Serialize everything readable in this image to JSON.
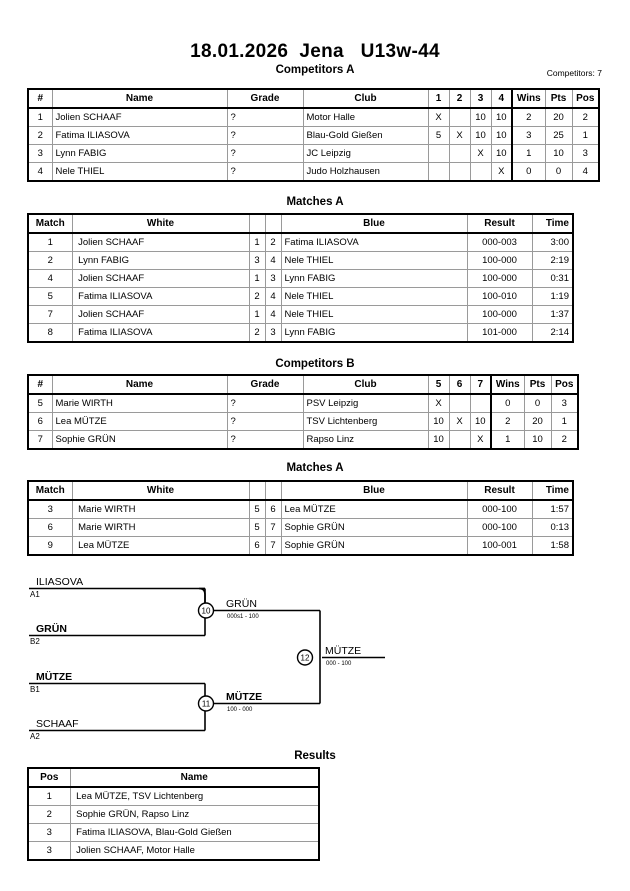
{
  "page": {
    "title": "18.01.2026  Jena   U13w-44",
    "competitors_label": "Competitors: 7"
  },
  "sections": {
    "competitors_a_title": "Competitors A",
    "matches_a_title": "Matches A",
    "competitors_b_title": "Competitors B",
    "matches_b_title": "Matches A",
    "results_title": "Results"
  },
  "competitors_a": {
    "headers": {
      "num": "#",
      "name": "Name",
      "grade": "Grade",
      "club": "Club",
      "o1": "1",
      "o2": "2",
      "o3": "3",
      "o4": "4",
      "wins": "Wins",
      "pts": "Pts",
      "pos": "Pos"
    },
    "rows": [
      {
        "num": "1",
        "name": "Jolien SCHAAF",
        "grade": "?",
        "club": "Motor Halle",
        "cells": [
          "X",
          "",
          "10",
          "10"
        ],
        "wins": "2",
        "pts": "20",
        "pos": "2"
      },
      {
        "num": "2",
        "name": "Fatima ILIASOVA",
        "grade": "?",
        "club": "Blau-Gold Gießen",
        "cells": [
          "5",
          "X",
          "10",
          "10"
        ],
        "wins": "3",
        "pts": "25",
        "pos": "1"
      },
      {
        "num": "3",
        "name": "Lynn FABIG",
        "grade": "?",
        "club": "JC Leipzig",
        "cells": [
          "",
          "",
          "X",
          "10"
        ],
        "wins": "1",
        "pts": "10",
        "pos": "3"
      },
      {
        "num": "4",
        "name": "Nele THIEL",
        "grade": "?",
        "club": "Judo Holzhausen",
        "cells": [
          "",
          "",
          "",
          "X"
        ],
        "wins": "0",
        "pts": "0",
        "pos": "4"
      }
    ]
  },
  "matches_a": {
    "headers": {
      "match": "Match",
      "white": "White",
      "blue": "Blue",
      "result": "Result",
      "time": "Time"
    },
    "rows": [
      {
        "match": "1",
        "white": "Jolien SCHAAF",
        "white_bold": false,
        "wnum": "1",
        "bnum": "2",
        "blue": "Fatima ILIASOVA",
        "blue_bold": true,
        "result": "000-003",
        "time": "3:00"
      },
      {
        "match": "2",
        "white": "Lynn FABIG",
        "white_bold": true,
        "wnum": "3",
        "bnum": "4",
        "blue": "Nele THIEL",
        "blue_bold": false,
        "result": "100-000",
        "time": "2:19"
      },
      {
        "match": "4",
        "white": "Jolien SCHAAF",
        "white_bold": true,
        "wnum": "1",
        "bnum": "3",
        "blue": "Lynn FABIG",
        "blue_bold": false,
        "result": "100-000",
        "time": "0:31"
      },
      {
        "match": "5",
        "white": "Fatima ILIASOVA",
        "white_bold": true,
        "wnum": "2",
        "bnum": "4",
        "blue": "Nele THIEL",
        "blue_bold": false,
        "result": "100-010",
        "time": "1:19"
      },
      {
        "match": "7",
        "white": "Jolien SCHAAF",
        "white_bold": true,
        "wnum": "1",
        "bnum": "4",
        "blue": "Nele THIEL",
        "blue_bold": false,
        "result": "100-000",
        "time": "1:37"
      },
      {
        "match": "8",
        "white": "Fatima ILIASOVA",
        "white_bold": true,
        "wnum": "2",
        "bnum": "3",
        "blue": "Lynn FABIG",
        "blue_bold": false,
        "result": "101-000",
        "time": "2:14"
      }
    ]
  },
  "competitors_b": {
    "headers": {
      "num": "#",
      "name": "Name",
      "grade": "Grade",
      "club": "Club",
      "o1": "5",
      "o2": "6",
      "o3": "7",
      "wins": "Wins",
      "pts": "Pts",
      "pos": "Pos"
    },
    "rows": [
      {
        "num": "5",
        "name": "Marie WIRTH",
        "grade": "?",
        "club": "PSV Leipzig",
        "cells": [
          "X",
          "",
          ""
        ],
        "wins": "0",
        "pts": "0",
        "pos": "3"
      },
      {
        "num": "6",
        "name": "Lea MÜTZE",
        "grade": "?",
        "club": "TSV Lichtenberg",
        "cells": [
          "10",
          "X",
          "10"
        ],
        "wins": "2",
        "pts": "20",
        "pos": "1"
      },
      {
        "num": "7",
        "name": "Sophie GRÜN",
        "grade": "?",
        "club": "Rapso Linz",
        "cells": [
          "10",
          "",
          "X"
        ],
        "wins": "1",
        "pts": "10",
        "pos": "2"
      }
    ]
  },
  "matches_b": {
    "headers": {
      "match": "Match",
      "white": "White",
      "blue": "Blue",
      "result": "Result",
      "time": "Time"
    },
    "rows": [
      {
        "match": "3",
        "white": "Marie WIRTH",
        "white_bold": false,
        "wnum": "5",
        "bnum": "6",
        "blue": "Lea MÜTZE",
        "blue_bold": true,
        "result": "000-100",
        "time": "1:57"
      },
      {
        "match": "6",
        "white": "Marie WIRTH",
        "white_bold": false,
        "wnum": "5",
        "bnum": "7",
        "blue": "Sophie GRÜN",
        "blue_bold": true,
        "result": "000-100",
        "time": "0:13"
      },
      {
        "match": "9",
        "white": "Lea MÜTZE",
        "white_bold": true,
        "wnum": "6",
        "bnum": "7",
        "blue": "Sophie GRÜN",
        "blue_bold": false,
        "result": "100-001",
        "time": "1:58"
      }
    ]
  },
  "bracket": {
    "entries": [
      {
        "name": "ILIASOVA",
        "seed": "A1",
        "bold": false
      },
      {
        "name": "GRÜN",
        "seed": "B2",
        "bold": true
      },
      {
        "name": "MÜTZE",
        "seed": "B1",
        "bold": true
      },
      {
        "name": "SCHAAF",
        "seed": "A2",
        "bold": false
      }
    ],
    "matches": [
      {
        "number": "10",
        "winner": "GRÜN",
        "score": "000s1 - 100",
        "bold": false
      },
      {
        "number": "11",
        "winner": "MÜTZE",
        "score": "100 - 000",
        "bold": true
      },
      {
        "number": "12",
        "winner": "MÜTZE",
        "score": "000 - 100",
        "bold": false
      }
    ]
  },
  "results": {
    "headers": {
      "pos": "Pos",
      "name": "Name"
    },
    "rows": [
      {
        "pos": "1",
        "name": "Lea MÜTZE, TSV Lichtenberg"
      },
      {
        "pos": "2",
        "name": "Sophie GRÜN, Rapso Linz"
      },
      {
        "pos": "3",
        "name": "Fatima ILIASOVA, Blau-Gold Gießen"
      },
      {
        "pos": "3",
        "name": "Jolien SCHAAF, Motor Halle"
      }
    ]
  }
}
